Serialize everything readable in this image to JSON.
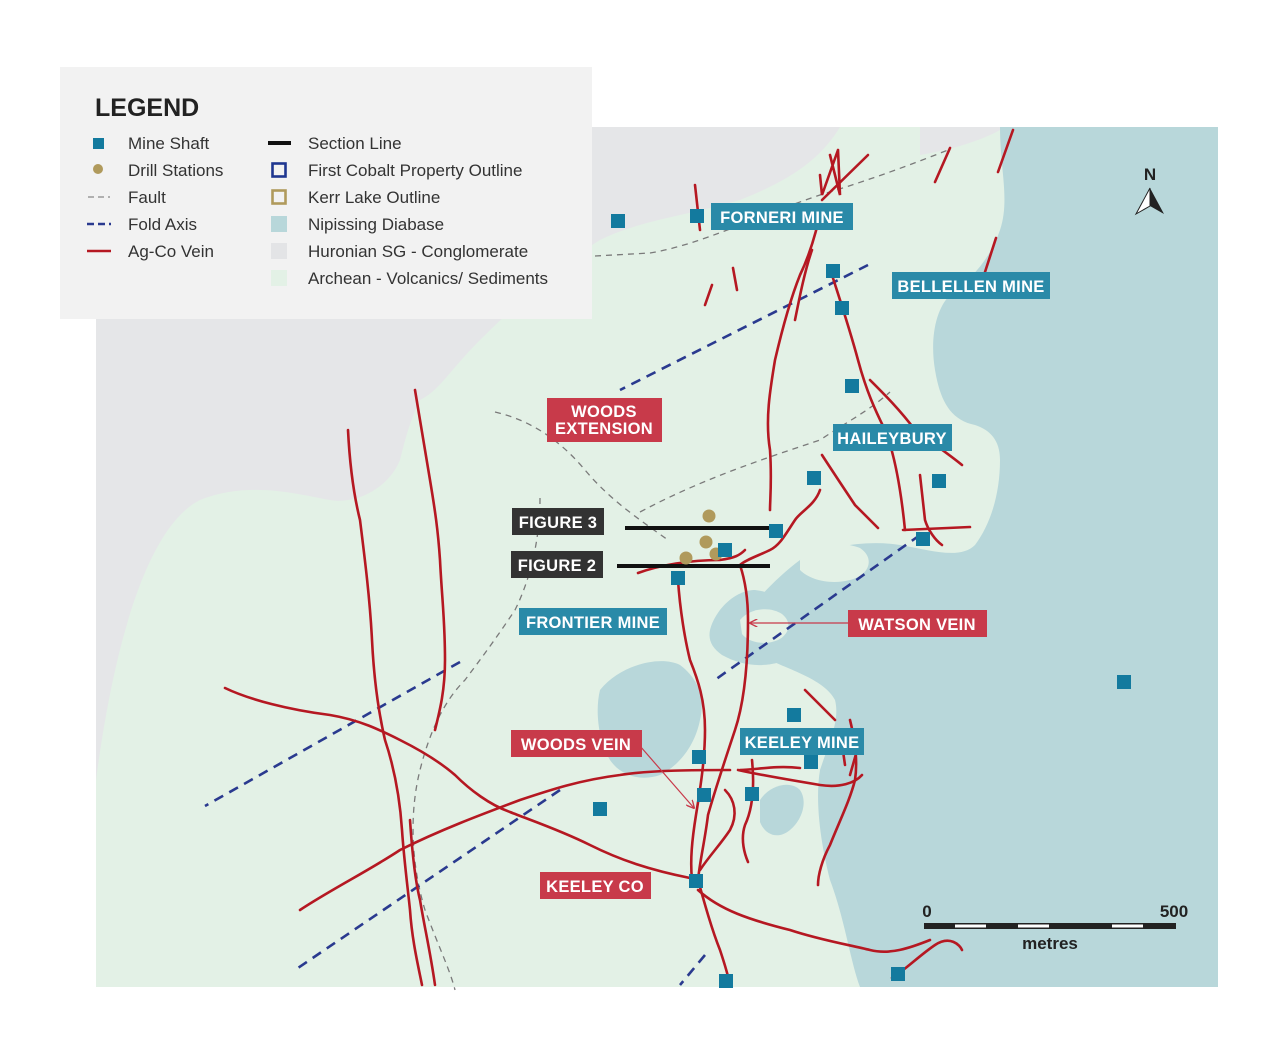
{
  "legend": {
    "title": "LEGEND",
    "items": [
      {
        "label": "Mine Shaft",
        "icon": "mine-shaft-icon"
      },
      {
        "label": "Drill Stations",
        "icon": "drill-station-icon"
      },
      {
        "label": "Fault",
        "icon": "fault-line-icon"
      },
      {
        "label": "Fold Axis",
        "icon": "fold-axis-icon"
      },
      {
        "label": "Ag-Co Vein",
        "icon": "vein-line-icon"
      },
      {
        "label": "Section Line",
        "icon": "section-line-icon"
      },
      {
        "label": "First Cobalt Property Outline",
        "icon": "property-outline-icon"
      },
      {
        "label": "Kerr Lake Outline",
        "icon": "kerr-lake-outline-icon"
      },
      {
        "label": "Nipissing Diabase",
        "icon": "nipissing-swatch-icon"
      },
      {
        "label": "Huronian SG - Conglomerate",
        "icon": "huronian-swatch-icon"
      },
      {
        "label": "Archean - Volcanics/ Sediments",
        "icon": "archean-swatch-icon"
      }
    ]
  },
  "labels": {
    "forneri": "FORNERI MINE",
    "bellellen": "BELLELLEN MINE",
    "woods_ext_1": "WOODS",
    "woods_ext_2": "EXTENSION",
    "haileybury": "HAILEYBURY",
    "figure3": "FIGURE 3",
    "figure2": "FIGURE 2",
    "frontier": "FRONTIER MINE",
    "watson": "WATSON VEIN",
    "woods_vein": "WOODS VEIN",
    "keeley_mine": "KEELEY MINE",
    "keeley_co": "KEELEY CO"
  },
  "north": "N",
  "scale": {
    "start": "0",
    "end": "500",
    "unit": "metres"
  },
  "colors": {
    "archean": "#e3f1e6",
    "huronian": "#e5e6e8",
    "nipissing": "#b8d7da",
    "vein": "#b51822",
    "fold_axis": "#2a3a8f",
    "fault": "#7a7a7a",
    "mine_shaft": "#137a9e",
    "drill_station": "#b09a5c",
    "blue_label": "#2a8aa8",
    "red_label": "#c83a4a",
    "dark_label": "#333333"
  }
}
